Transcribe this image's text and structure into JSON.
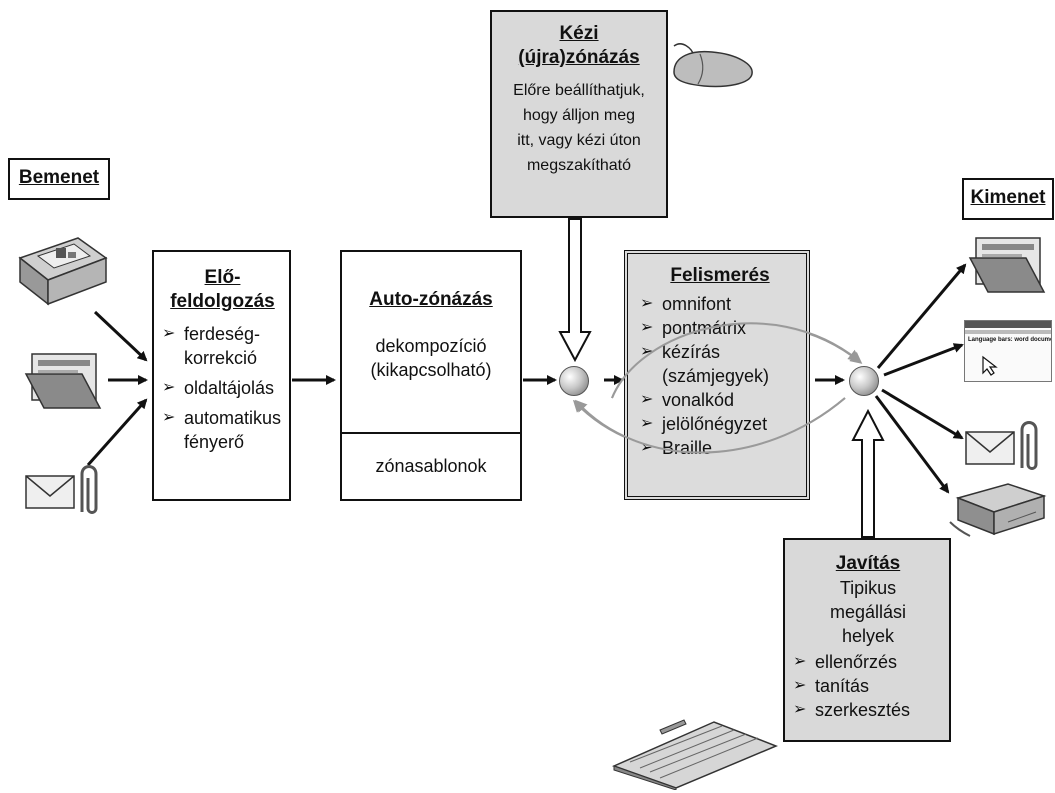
{
  "input_label": "Bemenet",
  "output_label": "Kimenet",
  "preprocess": {
    "title_1": "Elő-",
    "title_2": "feldolgozás",
    "items": [
      "ferdeség-",
      "oldaltájolás",
      "automatikus"
    ],
    "items_cont": [
      "korrekció",
      "",
      "fényerő"
    ]
  },
  "autozone": {
    "title": "Auto-zónázás",
    "line1": "dekompozíció",
    "line2": "(kikapcsolható)",
    "bottom": "zónasablonok"
  },
  "manual": {
    "title_1": "Kézi",
    "title_2": "(újra)zónázás",
    "lines": [
      "Előre beállíthatjuk,",
      "hogy álljon meg",
      "itt, vagy kézi úton",
      "megszakítható"
    ]
  },
  "recognition": {
    "title": "Felismerés",
    "items": [
      "omnifont",
      "pontmátrix",
      "kézírás",
      "vonalkód",
      "jelölőnégyzet",
      "Braille"
    ],
    "kezirás_cont": "(számjegyek)"
  },
  "correction": {
    "title": "Javítás",
    "lines": [
      "Tipikus",
      "megállási",
      "helyek"
    ],
    "items": [
      "ellenőrzés",
      "tanítás",
      "szerkesztés"
    ]
  },
  "screen_icon_text": "Language bars: word documentation",
  "marker": "➢",
  "icons": [
    "scanner-icon",
    "folder-icon",
    "mail-attachment-icon",
    "mouse-icon",
    "keyboard-icon",
    "document-window-icon",
    "printer-icon"
  ],
  "colors": {
    "box_gray": "#d9d9d9",
    "stroke": "#111111"
  }
}
